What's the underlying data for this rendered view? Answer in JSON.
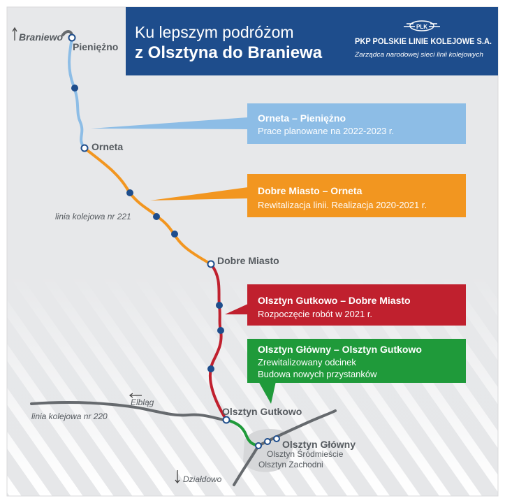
{
  "header": {
    "title_line1": "Ku lepszym podróżom",
    "title_line2": "z Olsztyna do Braniewa",
    "company": "PKP POLSKIE LINIE KOLEJOWE S.A.",
    "company_sub": "Zarządca narodowej sieci linii kolejowych",
    "logo_text": "PLK"
  },
  "stations": {
    "braniewo": "Braniewo",
    "pienezno": "Pieniężno",
    "orneta": "Orneta",
    "dobre_miasto": "Dobre Miasto",
    "gutkowo": "Olsztyn Gutkowo",
    "glowny": "Olsztyn Główny",
    "srodmiescie": "Olsztyn Śródmieście",
    "zachodni": "Olsztyn Zachodni",
    "elblag": "Elbląg",
    "dzialdowo": "Działdowo"
  },
  "lines": {
    "line221": "linia kolejowa nr 221",
    "line220": "linia kolejowa nr 220"
  },
  "sections": [
    {
      "title": "Orneta – Pieniężno",
      "lines": [
        "Prace planowane na 2022-2023 r."
      ],
      "color": "#8dbde6"
    },
    {
      "title": "Dobre Miasto – Orneta",
      "lines": [
        "Rewitalizacja linii. Realizacja 2020-2021 r."
      ],
      "color": "#f29620"
    },
    {
      "title": "Olsztyn Gutkowo – Dobre Miasto",
      "lines": [
        "Rozpoczęcie robót w 2021 r."
      ],
      "color": "#c0202e"
    },
    {
      "title": "Olsztyn Główny – Olsztyn Gutkowo",
      "lines": [
        "Zrewitalizowany odcinek",
        "Budowa nowych przystanków"
      ],
      "color": "#1f9a3a"
    }
  ],
  "colors": {
    "header_bg": "#1e4d8c",
    "map_bg": "#e7e8ea",
    "stripe": "#ffffff",
    "other_line": "#666a6e",
    "station_stroke": "#1e4d8c"
  }
}
